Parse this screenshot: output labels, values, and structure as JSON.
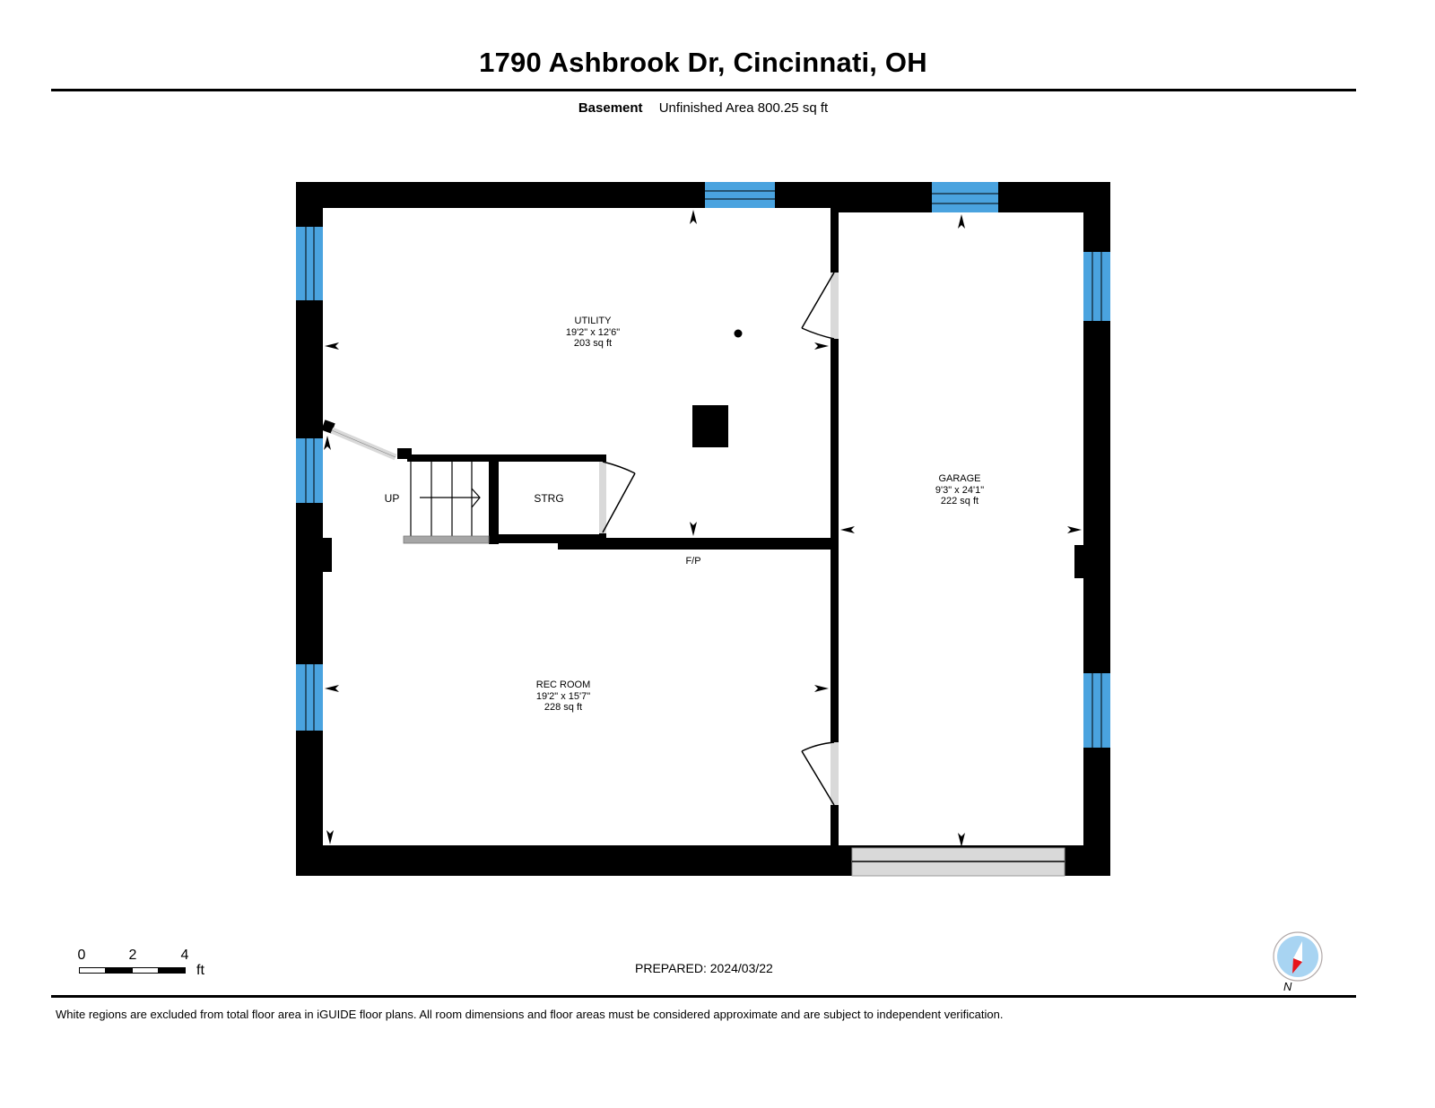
{
  "header": {
    "title": "1790 Ashbrook Dr, Cincinnati, OH",
    "floor_name": "Basement",
    "area_summary": "Unfinished Area 800.25 sq ft"
  },
  "colors": {
    "wall": "#000000",
    "window": "#4aa3df",
    "door_opening": "#d9d9d9",
    "stair_landing": "#a6a6a6",
    "compass_fill": "#a8d4f2",
    "compass_needle": "#e8141a"
  },
  "rooms": [
    {
      "name": "UTILITY",
      "dimensions": "19'2\" x 12'6\"",
      "area": "203 sq ft"
    },
    {
      "name": "GARAGE",
      "dimensions": "9'3\" x 24'1\"",
      "area": "222 sq ft"
    },
    {
      "name": "REC ROOM",
      "dimensions": "19'2\" x 15'7\"",
      "area": "228 sq ft"
    }
  ],
  "labels": {
    "stairs": "UP",
    "storage": "STRG",
    "fireplace": "F/P"
  },
  "scale_bar": {
    "ticks": [
      "0",
      "2",
      "4"
    ],
    "unit": "ft"
  },
  "footer": {
    "prepared": "PREPARED: 2024/03/22",
    "compass_label": "N",
    "disclaimer": "White regions are excluded from total floor area in iGUIDE floor plans. All room dimensions and floor areas must be considered approximate and are subject to independent verification."
  }
}
